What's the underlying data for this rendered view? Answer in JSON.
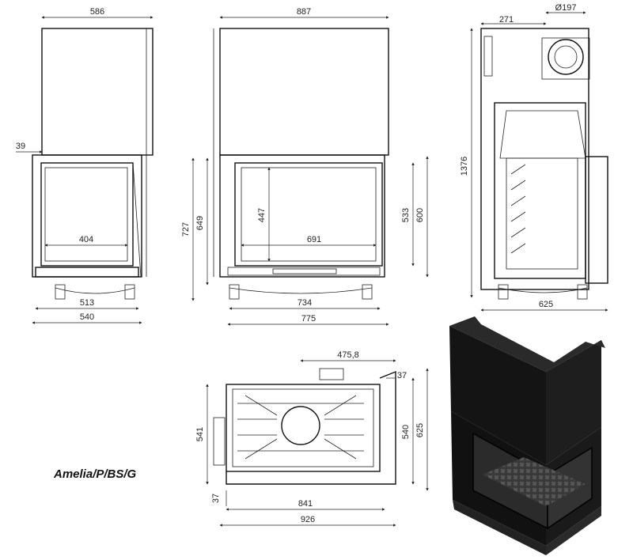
{
  "model_name": "Amelia/P/BS/G",
  "front_view": {
    "width_top": "586",
    "offset_left": "39",
    "glass_width": "404",
    "base_inner": "513",
    "base_outer": "540"
  },
  "side_view": {
    "width_top": "887",
    "height_727": "727",
    "height_649": "649",
    "glass_height": "447",
    "glass_width": "691",
    "height_533": "533",
    "height_600": "600",
    "base_inner": "734",
    "base_outer": "775"
  },
  "section_view": {
    "offset_271": "271",
    "flue_diameter": "Ø197",
    "total_height": "1376",
    "depth": "625"
  },
  "plan_view": {
    "offset_4758": "475,8",
    "right_37": "37",
    "depth_540": "540",
    "depth_625": "625",
    "left_541": "541",
    "bottom_37": "37",
    "width_841": "841",
    "width_926": "926"
  },
  "colors": {
    "line": "#111111",
    "body": "#1a1a1a",
    "background": "#ffffff"
  }
}
